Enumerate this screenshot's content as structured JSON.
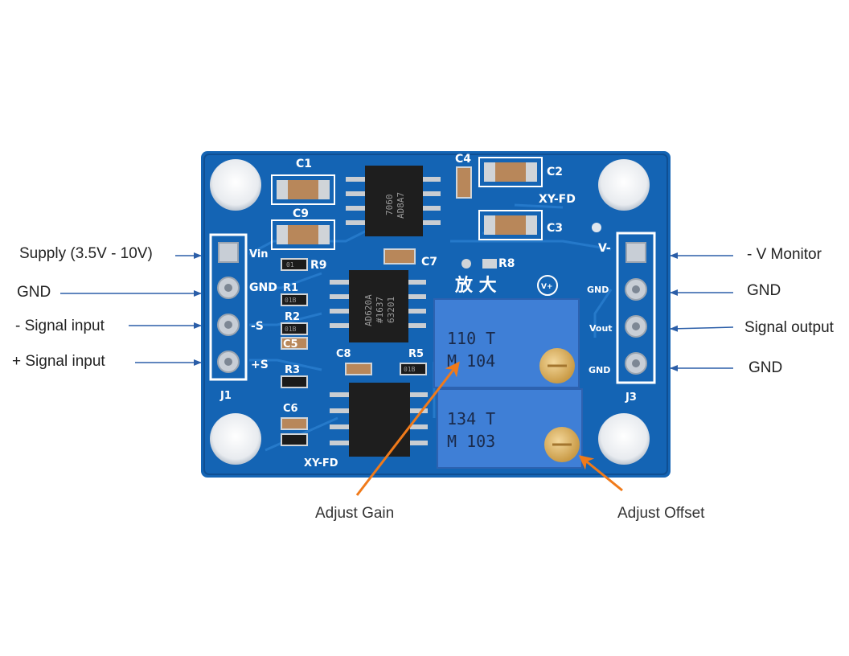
{
  "left_labels": {
    "supply": "Supply (3.5V - 10V)",
    "gnd": "GND",
    "neg_signal": "- Signal input",
    "pos_signal": "+ Signal input"
  },
  "right_labels": {
    "v_monitor": "- V Monitor",
    "gnd_top": "GND",
    "signal_output": "Signal output",
    "gnd_bottom": "GND"
  },
  "bottom_labels": {
    "adjust_gain": "Adjust Gain",
    "adjust_offset": "Adjust Offset"
  },
  "silkscreen": {
    "c1": "C1",
    "c2": "C2",
    "c3": "C3",
    "c4": "C4",
    "c5": "C5",
    "c6": "C6",
    "c7": "C7",
    "c8": "C8",
    "c9": "C9",
    "r1": "R1",
    "r2": "R2",
    "r3": "R3",
    "r5": "R5",
    "r8": "R8",
    "r9": "R9",
    "board_name": "XY-FD",
    "board_name_bottom": "XY-FD",
    "j1": "J1",
    "j3": "J3",
    "vin": "Vin",
    "gnd_pin": "GND",
    "neg_s": "-S",
    "pos_s": "+S",
    "v_minus": "V-",
    "gnd_r1": "GND",
    "vout": "Vout",
    "gnd_r2": "GND",
    "chinese": "放 大",
    "vplus": "V+"
  },
  "chips": {
    "u1_line1": "7060",
    "u1_line2": "AD8A7",
    "u2_line1": "AD620A",
    "u2_line2": "#1637",
    "u2_line3": "63201"
  },
  "pots": {
    "gain_line1": "110 T",
    "gain_line2": "M 104",
    "offset_line1": "134 T",
    "offset_line2": "M 103"
  },
  "resistor_codes": {
    "r9": "01",
    "r1": "01B",
    "r2": "01B",
    "r5": "01B"
  },
  "colors": {
    "board": "#1464b4",
    "arrow_blue": "#2b5ea8",
    "arrow_orange": "#f07a1a"
  }
}
